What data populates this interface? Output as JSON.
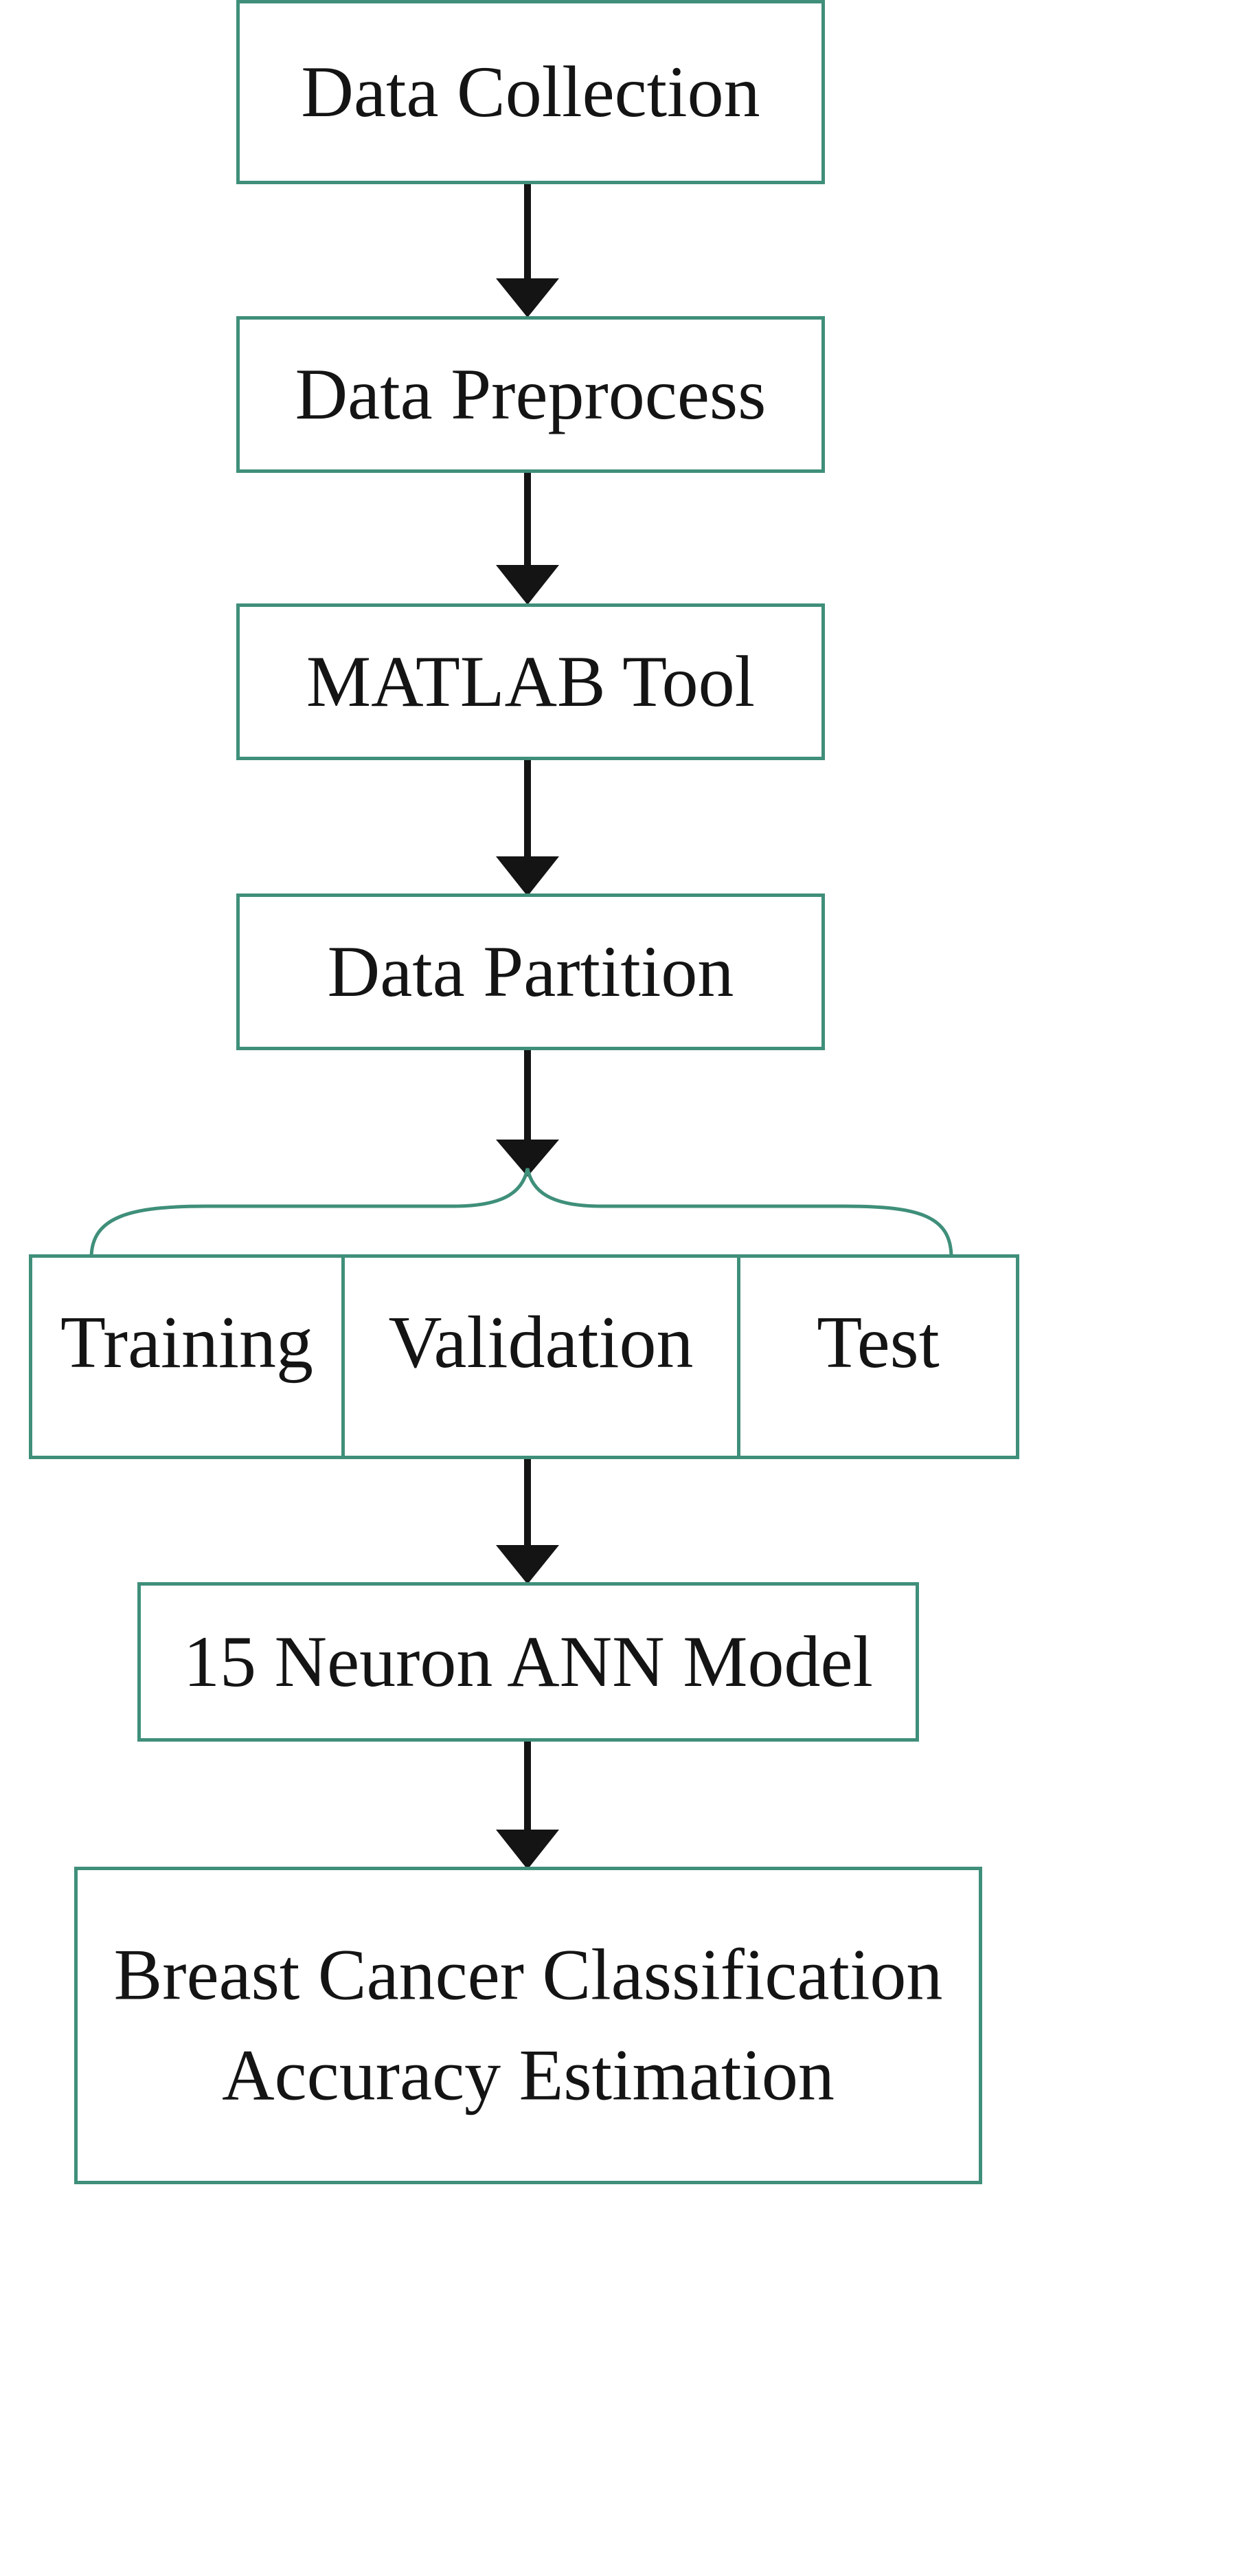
{
  "diagram": {
    "steps": [
      {
        "label": "Data Collection"
      },
      {
        "label": "Data Preprocess"
      },
      {
        "label": "MATLAB Tool"
      },
      {
        "label": "Data Partition"
      }
    ],
    "partition": {
      "cells": [
        {
          "label": "Training"
        },
        {
          "label": "Validation"
        },
        {
          "label": "Test"
        }
      ]
    },
    "model": {
      "label": "15 Neuron ANN Model"
    },
    "final": {
      "line1": "Breast Cancer Classification",
      "line2": "Accuracy Estimation"
    },
    "colors": {
      "box_border": "#3f8f7a",
      "arrow": "#141414",
      "text": "#141414"
    }
  }
}
